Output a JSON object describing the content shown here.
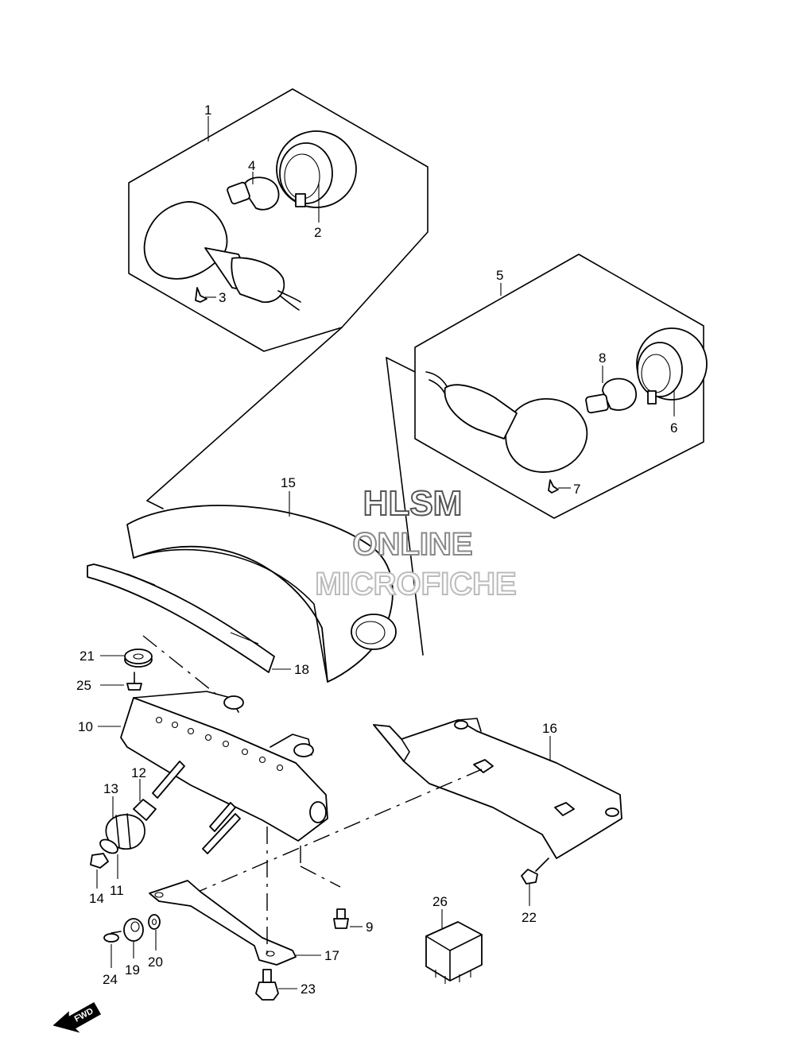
{
  "watermark": {
    "line1": "HLSM",
    "line2": "ONLINE",
    "line3": "MICROFICHE",
    "colors": [
      "#555555",
      "#888888",
      "#bbbbbb"
    ]
  },
  "direction_marker": {
    "label": "FWD",
    "icon": "arrow-forward-icon"
  },
  "callouts": [
    {
      "id": "1",
      "label": "1"
    },
    {
      "id": "2",
      "label": "2"
    },
    {
      "id": "3",
      "label": "3"
    },
    {
      "id": "4",
      "label": "4"
    },
    {
      "id": "5",
      "label": "5"
    },
    {
      "id": "6",
      "label": "6"
    },
    {
      "id": "7",
      "label": "7"
    },
    {
      "id": "8",
      "label": "8"
    },
    {
      "id": "9",
      "label": "9"
    },
    {
      "id": "10",
      "label": "10"
    },
    {
      "id": "11",
      "label": "11"
    },
    {
      "id": "12",
      "label": "12"
    },
    {
      "id": "13",
      "label": "13"
    },
    {
      "id": "14",
      "label": "14"
    },
    {
      "id": "15",
      "label": "15"
    },
    {
      "id": "16",
      "label": "16"
    },
    {
      "id": "17",
      "label": "17"
    },
    {
      "id": "18",
      "label": "18"
    },
    {
      "id": "19",
      "label": "19"
    },
    {
      "id": "20",
      "label": "20"
    },
    {
      "id": "21",
      "label": "21"
    },
    {
      "id": "22",
      "label": "22"
    },
    {
      "id": "23",
      "label": "23"
    },
    {
      "id": "24",
      "label": "24"
    },
    {
      "id": "25",
      "label": "25"
    },
    {
      "id": "26",
      "label": "26"
    }
  ]
}
